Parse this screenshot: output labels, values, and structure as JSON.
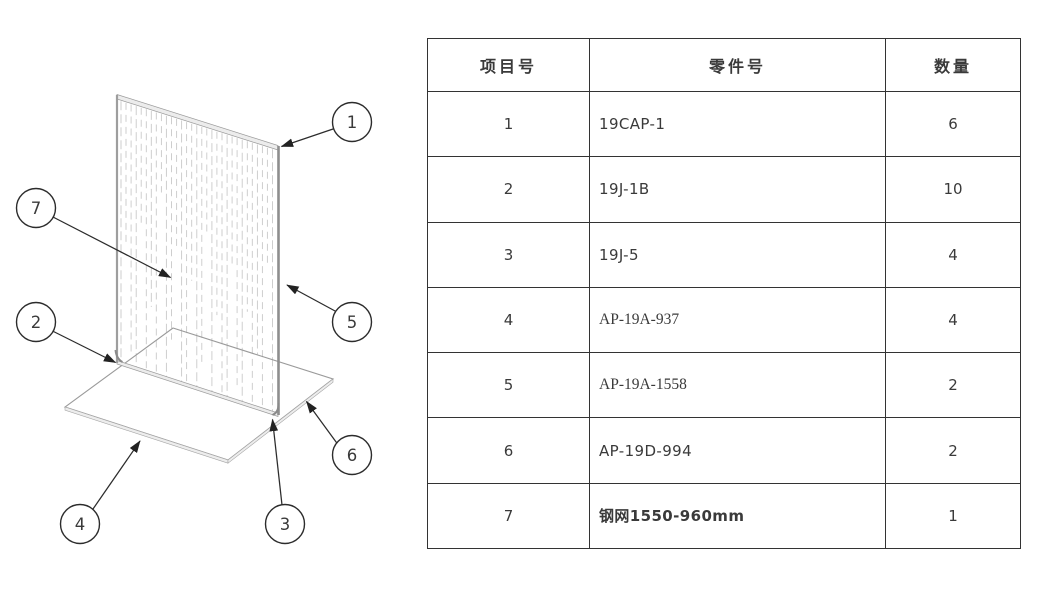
{
  "table": {
    "headers": {
      "item": "项目号",
      "part": "零件号",
      "qty": "数量"
    },
    "rows": [
      {
        "item": "1",
        "part": "19CAP-1",
        "qty": "6"
      },
      {
        "item": "2",
        "part": "19J-1B",
        "qty": "10"
      },
      {
        "item": "3",
        "part": "19J-5",
        "qty": "4"
      },
      {
        "item": "4",
        "part": "AP-19A-937",
        "qty": "4"
      },
      {
        "item": "5",
        "part": "AP-19A-1558",
        "qty": "2"
      },
      {
        "item": "6",
        "part": "AP-19D-994",
        "qty": "2"
      },
      {
        "item": "7",
        "part": "钢网1550-960mm",
        "qty": "1"
      }
    ]
  },
  "drawing": {
    "description": "isometric-assembly-mesh-panel-on-base-plate",
    "callouts": [
      {
        "label": "1"
      },
      {
        "label": "2"
      },
      {
        "label": "3"
      },
      {
        "label": "4"
      },
      {
        "label": "5"
      },
      {
        "label": "6"
      },
      {
        "label": "7"
      }
    ]
  },
  "colors": {
    "table_border": "#333333",
    "text": "#3a3a3a",
    "leader_line": "#2c2c2c",
    "mesh_line": "#c9c9c9",
    "panel_edge": "#9a9a9a",
    "background": "#ffffff"
  }
}
